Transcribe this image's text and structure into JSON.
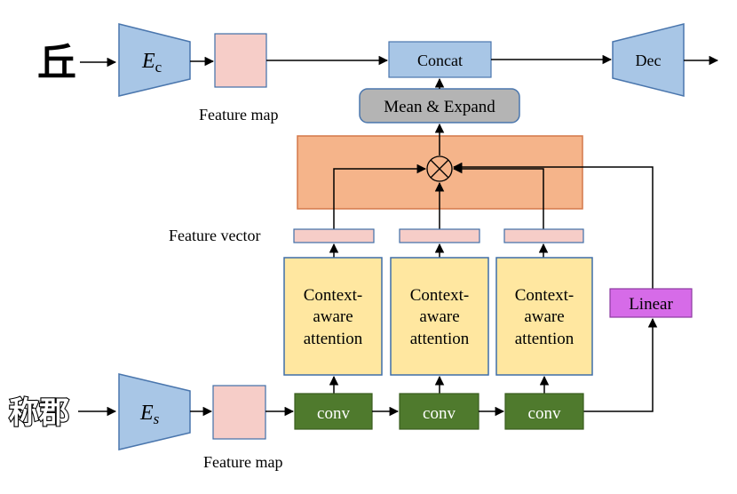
{
  "content": {
    "content_glyph": "丘",
    "style_glyphs": "称郡",
    "content_encoder": {
      "letter": "E",
      "sub": "c"
    },
    "style_encoder": {
      "letter": "E",
      "sub": "s"
    },
    "feature_map_top": "Feature map",
    "feature_map_bottom": "Feature map",
    "concat": "Concat",
    "decoder": "Dec",
    "mean_expand": "Mean & Expand",
    "feature_vector": "Feature vector",
    "linear": "Linear",
    "conv_label": "conv",
    "attention_lines": [
      "Context-",
      "aware",
      "attention"
    ]
  },
  "colors": {
    "encoder_fill": "#a8c6e6",
    "encoder_stroke": "#4a76ad",
    "feature_map_fill": "#f6cdc8",
    "feature_map_stroke": "#3f6ea8",
    "concat_fill": "#a8c6e6",
    "mean_fill": "#b4b4b4",
    "attn_fill": "#ffe7a0",
    "attn_stroke": "#3f6ea8",
    "conv_fill": "#4f7a2d",
    "conv_stroke": "#3a5d1f",
    "fusion_fill": "#f5b48a",
    "fusion_stroke": "#d4784a",
    "vector_fill": "#f6cdc8",
    "linear_fill": "#d66be8",
    "linear_stroke": "#8b3aa0"
  }
}
